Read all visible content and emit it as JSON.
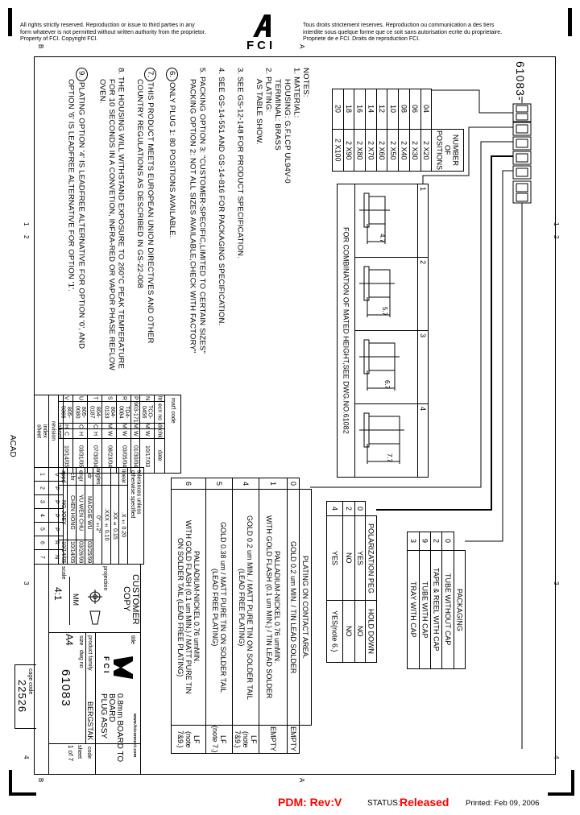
{
  "header": {
    "left_lines": [
      "All rights strictly reserved.  Reproduction or issue to third parties in any",
      "form whatever is not permitted without written authority from the proprietor.",
      "Property of FCI.   Copyright FCI."
    ],
    "right_lines": [
      "Tous droits strictement reserves.  Reproduction ou communication a des tiers",
      "interdite sous quelque forme que ce soit sans autorisation ecrite du proprietaire.",
      "Propriete de e FCI.  Droits de reproduction FCI."
    ],
    "logo_text": "FCI"
  },
  "zones": {
    "top_left": "B",
    "top_mid": "A",
    "row1": "1",
    "row2": "2",
    "row3": "3",
    "row4": "4"
  },
  "part_number": "61083-",
  "notes": {
    "title": "NOTES:",
    "n1": "1. MATERIAL:",
    "n1a": "HOUSING: G.F.LCP UL94V-0",
    "n1b": "TERMINAL: BRASS",
    "n2": "2. PLATING:",
    "n2a": "AS TABLE SHOW.",
    "n3": "3. SEE GS-12-148 FOR PRODUCT SPECIFICATION.",
    "n4": "4. SEE GS-14-551 AND GS-14-816 FOR PACKAGING SPECIFICATION.",
    "n5": "5. PACKING OPTION 3: \"CUSTOMER-SPECIFIC,LIMITED TO CERTAIN SIZES\"",
    "n5a": "PACKING OPTION 2: NOT ALL SIZES AVAILABLE,CHECK WITH FACTORY\"",
    "n6_num": "6.",
    "n6": "ONLY PLUG 1: 80 POSITIONS AVAILABLE.",
    "n7_num": "7.",
    "n7": "THIS PRODUCT MEETS EUROPEAN UNION DIRECTIVES AND OTHER",
    "n7a": "COUNTRY REGULATIONS AS DESCRIBED IN GS-22-008",
    "n8": "8. THE HOUSING WILL WITHSTAND EXPOSURE TO 260°C PEAK TEMPERATURE",
    "n8a": "FOR 10 SECONDS IN A CONVETION, INFRA-RED OR VAPOR PHASE REFLOW",
    "n8b": "OVEN.",
    "n9_num": "9.",
    "n9": "PLATING OPTION '4' IS LEADFREE ALTERNATIVE FOR OPTION '0', AND",
    "n9a": "OPTION '6' IS LEADFREE ALTERNATIVE FOR OPTION '1'."
  },
  "positions_table": {
    "header": "NUMBER OF\nPOSITIONS",
    "rows": [
      [
        "04",
        "2 X20"
      ],
      [
        "06",
        "2 X30"
      ],
      [
        "08",
        "2 X40"
      ],
      [
        "10",
        "2 X50"
      ],
      [
        "12",
        "2 X60"
      ],
      [
        "14",
        "2 X70"
      ],
      [
        "16",
        "2 X80"
      ],
      [
        "18",
        "2 X90"
      ],
      [
        "20",
        "2 X100"
      ]
    ]
  },
  "mated_table": {
    "header": "FOR COMBINATION OF MATED HEIGHT,SEE DWG.NO.61082",
    "items": [
      {
        "num": "1",
        "height": "4.7"
      },
      {
        "num": "2",
        "height": "5.7"
      },
      {
        "num": "3",
        "height": "6.7"
      },
      {
        "num": "4",
        "height": "7.7"
      }
    ]
  },
  "plating_table": {
    "header": "PLATING ON CONTACT AREA.",
    "rows": [
      [
        "0",
        "GOLD 0.2 um MIN. / TIN LEAD SOLDER",
        "EMPTY"
      ],
      [
        "1",
        "PALLADIUM-NICKEL 0.76  umMIN.\nWITH GOLD FLASH (0.1 um MIN.) / TIN LEAD SOLDER",
        "EMPTY"
      ],
      [
        "4",
        "GOLD 0.2 um MIN. / MATT PURE TIN ON SOLDER TAIL\n(LEAD FREE PLATING)",
        "LF\n(note 7&9.)"
      ],
      [
        "5",
        "GOLD 0.38 um / MATT PURE TIN ON SOLDER TAIL\n(LEAD FREE PLATING)",
        "LF\n(note 7.)"
      ],
      [
        "6",
        "PALLADIUM-NICKEL 0.76  umMIN.\nWITH GOLD FLASH (0.1 um MIN.) / MATT PURE TIN\nON SOLDER TAIL (LEAD FREE PLATING)",
        "LF\n(note 7&9.)"
      ]
    ]
  },
  "polarization_table": {
    "headers": [
      "POLARIZATION PEG",
      "HOLD DOWN"
    ],
    "rows": [
      [
        "0",
        "YES",
        "NO"
      ],
      [
        "2",
        "NO",
        "NO"
      ],
      [
        "4",
        "YES",
        "YES(note 6.)"
      ]
    ]
  },
  "packaging_table": {
    "header": "PACKAGING",
    "rows": [
      [
        "0",
        "TUBE WITHOUT CAP"
      ],
      [
        "2",
        "TAPE & REEL WITH CAP"
      ],
      [
        "9",
        "TUBE WITH CAP"
      ],
      [
        "3",
        "TRAY WITH CAP"
      ]
    ]
  },
  "revision_table": {
    "title": "mat'l code",
    "headers": [
      "ltr",
      "ecn no",
      "dr",
      "chk",
      "date"
    ],
    "rows": [
      [
        "N",
        "TCO-0456",
        "M",
        "W",
        "10/17/03"
      ],
      [
        "P",
        "903-171",
        "M",
        "W",
        "01/30/04"
      ],
      [
        "R",
        "TD4-0084",
        "M",
        "W",
        "03/05/04"
      ],
      [
        "S",
        "804-0133",
        "M",
        "W",
        "08/23/04"
      ],
      [
        "T",
        "804-0187",
        "C",
        "H",
        "07/30/04"
      ],
      [
        "U",
        "805-0080",
        "C",
        "H",
        "03/31/05"
      ],
      [
        "V",
        "805-0366",
        "H",
        "C",
        "10/14/05"
      ]
    ]
  },
  "sheet_table": {
    "revision_label": "sheet\nrevision",
    "index_label": "index\nsheet",
    "revisions": [
      "V",
      "P",
      "P",
      "P",
      "P",
      "R",
      "N"
    ],
    "sheets": [
      "1",
      "2",
      "3",
      "4",
      "5",
      "6",
      "7"
    ]
  },
  "tolerance_table": {
    "title": "tolerances unless\notherwise specified",
    "rows": [
      [
        "linear",
        ".X ± 0.20"
      ],
      [
        "",
        ".XX ± 0.15"
      ],
      [
        "",
        ".XXX ± 0.10"
      ],
      [
        "angles",
        "0° ±2°"
      ]
    ],
    "approvals": [
      [
        "dr",
        "MAGGIE WU",
        "03/25/99"
      ],
      [
        "engr",
        "YU WEN CHU",
        "03/26/99"
      ],
      [
        "chr",
        "CHEN HONG",
        "10/14/05"
      ],
      [
        "appd",
        "NG JOEY",
        "10/14/05"
      ]
    ]
  },
  "title_block": {
    "customer_copy": "CUSTOMER\nCOPY",
    "projection_label": "projection",
    "units": "MM",
    "scale_label": "scale",
    "scale": "4:1",
    "logo_text": "FCI",
    "website": "www.fciconnect.com",
    "title_label": "title",
    "title": "0.8mm BOARD TO BOARD\nPLUG ASSY",
    "product_family_label": "product family",
    "product_family": "BERGSTAK",
    "size_label": "size",
    "size": "A4",
    "dwg_no_label": "dwg no",
    "dwg_no": "61083",
    "code_label": "code",
    "sheet_label": "sheet",
    "sheet": "1 of 7",
    "cage_code_label": "cage code",
    "cage_code": "22526",
    "acad": "ACAD"
  },
  "status_bar": {
    "pdm": "PDM: Rev:V",
    "status_label": "STATUS:",
    "status": "Released",
    "printed": "Printed: Feb 09, 2006",
    "accent_color": "#ff0000"
  }
}
